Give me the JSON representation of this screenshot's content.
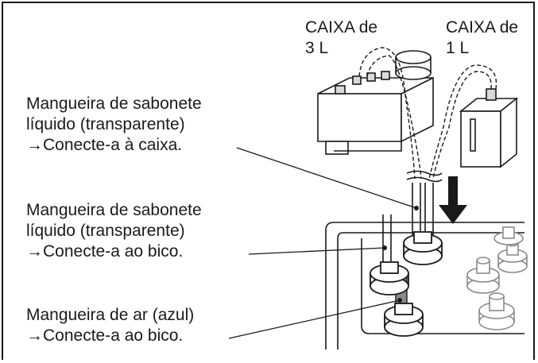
{
  "box_large": {
    "line1": "CAIXA de",
    "line2": "3 L"
  },
  "box_small": {
    "line1": "CAIXA de",
    "line2": "1 L"
  },
  "callout_soap_to_box": {
    "line1": "Mangueira de sabonete",
    "line2": "líquido (transparente)",
    "line3": "→Conecte-a à caixa."
  },
  "callout_soap_to_nozzle": {
    "line1": "Mangueira de sabonete",
    "line2": "líquido (transparente)",
    "line3": "→Conecte-a ao bico."
  },
  "callout_air_to_nozzle": {
    "line1": "Mangueira de ar (azul)",
    "line2": "→Conecte-a ao bico."
  },
  "colors": {
    "line": "#1a1a1a",
    "air_hose": "#8a8a8a",
    "fill_light": "#ffffff",
    "fill_shade": "#d9d9d9"
  }
}
